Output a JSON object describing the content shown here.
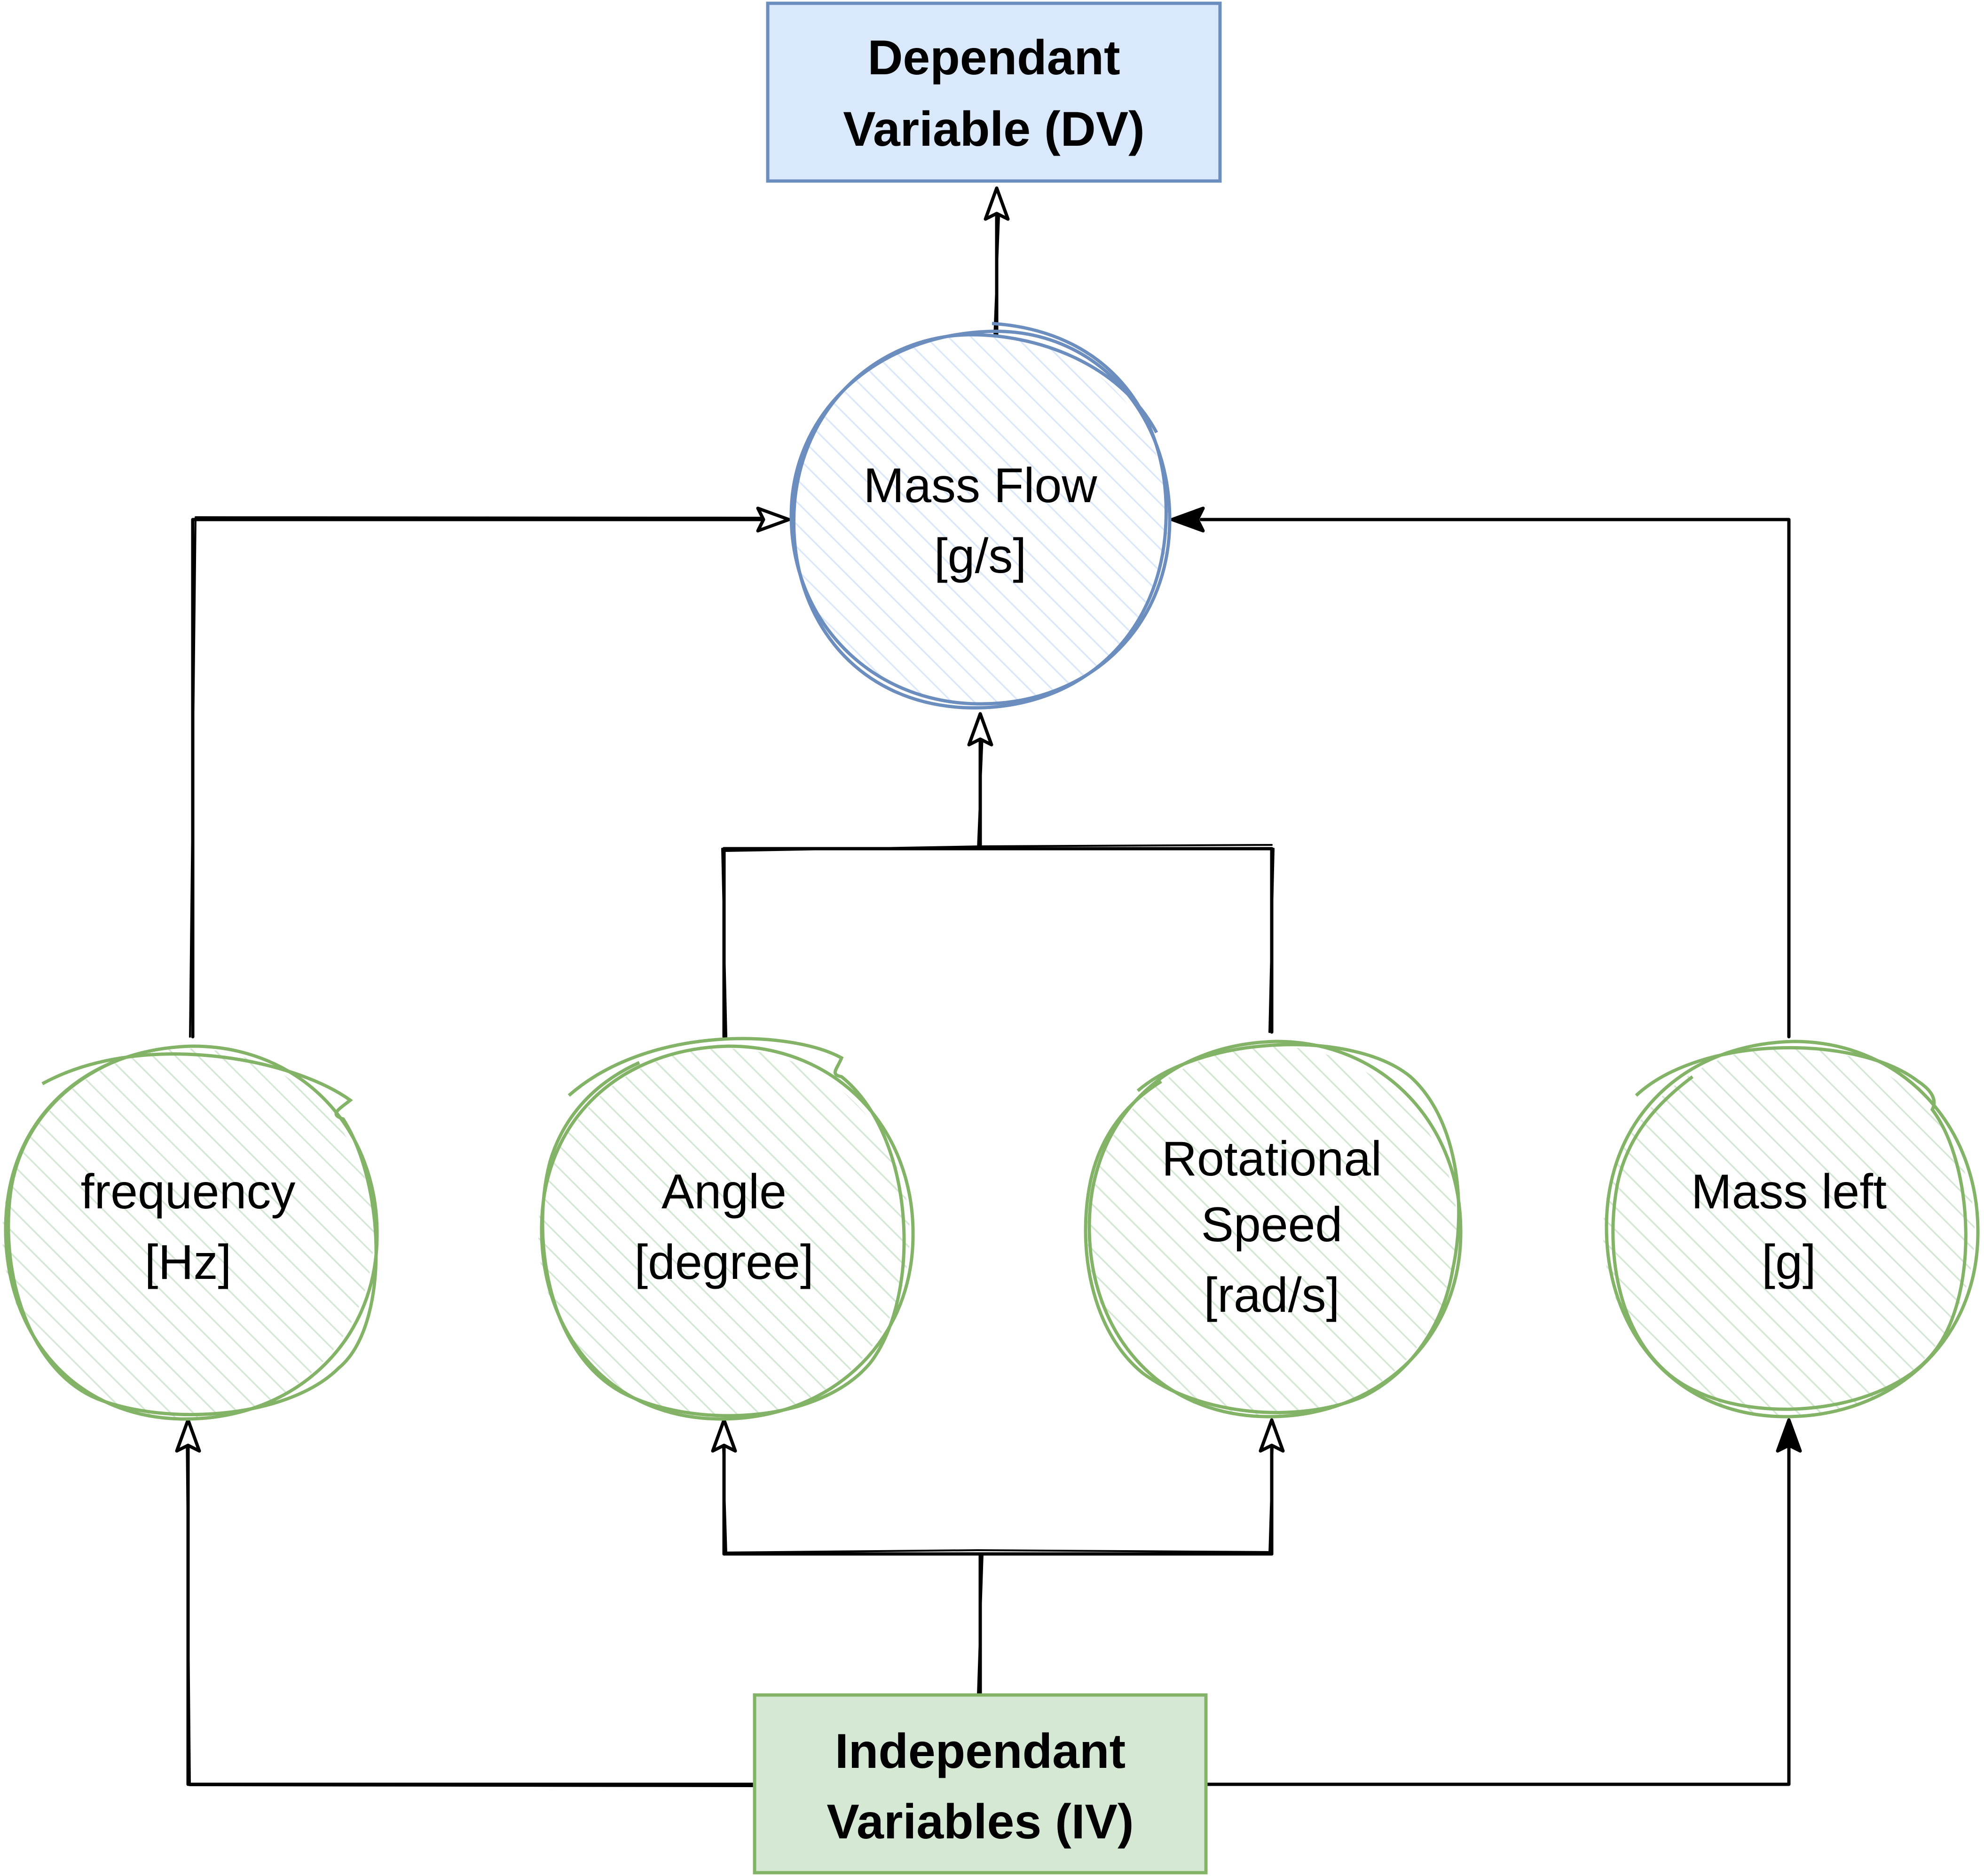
{
  "colors": {
    "dv_fill": "#dae8fc",
    "dv_stroke": "#6c8ebf",
    "iv_fill": "#d5e8d4",
    "iv_stroke": "#82b366",
    "edge": "#000000"
  },
  "nodes": {
    "dv_box": {
      "lines": [
        "Dependant",
        "Variable (DV)"
      ]
    },
    "iv_box": {
      "lines": [
        "Independant",
        "Variables (IV)"
      ]
    },
    "mass_flow": {
      "lines": [
        "Mass Flow",
        "[g/s]"
      ]
    },
    "frequency": {
      "lines": [
        "frequency",
        "[Hz]"
      ]
    },
    "angle": {
      "lines": [
        "Angle",
        "[degree]"
      ]
    },
    "rotational_speed": {
      "lines": [
        "Rotational",
        "Speed",
        "[rad/s]"
      ]
    },
    "mass_left": {
      "lines": [
        "Mass left",
        "[g]"
      ]
    }
  }
}
